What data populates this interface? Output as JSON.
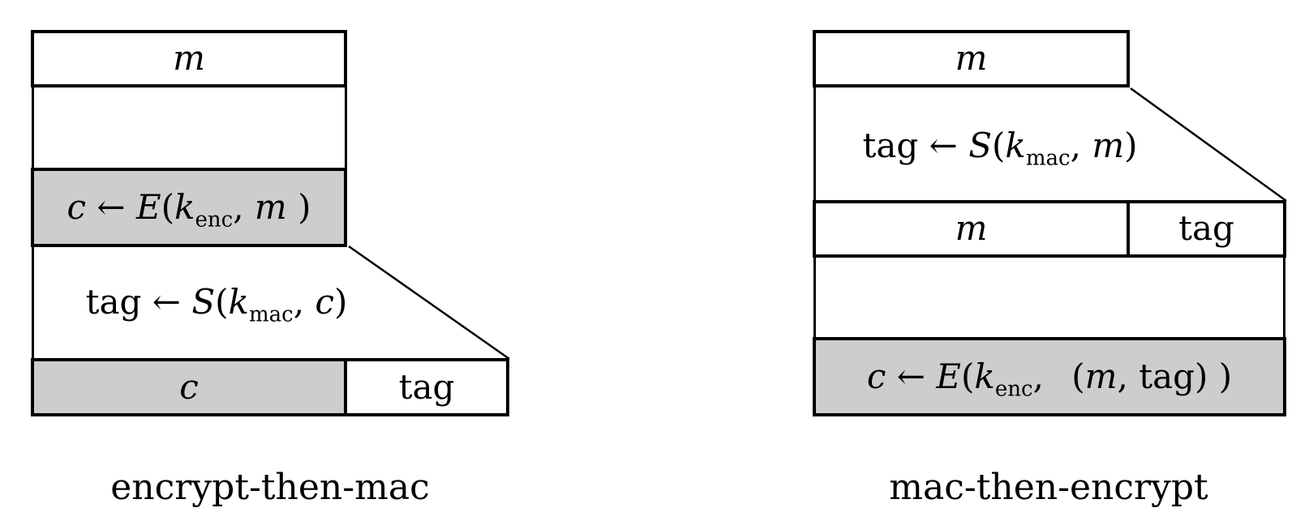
{
  "colors": {
    "gray_fill": "#cdcdcd",
    "line": "#000000",
    "background": "#ffffff"
  },
  "etm": {
    "label": "encrypt-then-mac",
    "message": [
      [
        "m",
        "i"
      ]
    ],
    "encrypt_step": [
      [
        "c",
        "i"
      ],
      [
        " ← ",
        "r"
      ],
      [
        "E",
        "i"
      ],
      [
        "(",
        "r"
      ],
      [
        "k",
        "i"
      ],
      [
        "enc",
        "s"
      ],
      [
        ", ",
        "r"
      ],
      [
        "m",
        "i"
      ],
      [
        " )",
        "r"
      ]
    ],
    "mac_step": [
      [
        "tag",
        "r"
      ],
      [
        " ← ",
        "r"
      ],
      [
        "S",
        "i"
      ],
      [
        "(",
        "r"
      ],
      [
        "k",
        "i"
      ],
      [
        "mac",
        "s"
      ],
      [
        ", ",
        "r"
      ],
      [
        "c",
        "i"
      ],
      [
        ")",
        "r"
      ]
    ],
    "ciphertext": [
      [
        "c",
        "i"
      ]
    ],
    "tag": [
      [
        "tag",
        "r"
      ]
    ]
  },
  "mte": {
    "label": "mac-then-encrypt",
    "message": [
      [
        "m",
        "i"
      ]
    ],
    "mac_step": [
      [
        "tag",
        "r"
      ],
      [
        " ← ",
        "r"
      ],
      [
        "S",
        "i"
      ],
      [
        "(",
        "r"
      ],
      [
        "k",
        "i"
      ],
      [
        "mac",
        "s"
      ],
      [
        ", ",
        "r"
      ],
      [
        "m",
        "i"
      ],
      [
        ")",
        "r"
      ]
    ],
    "message_mid": [
      [
        "m",
        "i"
      ]
    ],
    "tag_mid": [
      [
        "tag",
        "r"
      ]
    ],
    "encrypt_step": [
      [
        "c",
        "i"
      ],
      [
        " ← ",
        "r"
      ],
      [
        "E",
        "i"
      ],
      [
        "(",
        "r"
      ],
      [
        "k",
        "i"
      ],
      [
        "enc",
        "s"
      ],
      [
        ",  ",
        "r"
      ],
      [
        "(",
        "r"
      ],
      [
        "m",
        "i"
      ],
      [
        ", ",
        "r"
      ],
      [
        "tag",
        "r"
      ],
      [
        ") ",
        "r"
      ],
      [
        ")",
        "r"
      ]
    ]
  }
}
